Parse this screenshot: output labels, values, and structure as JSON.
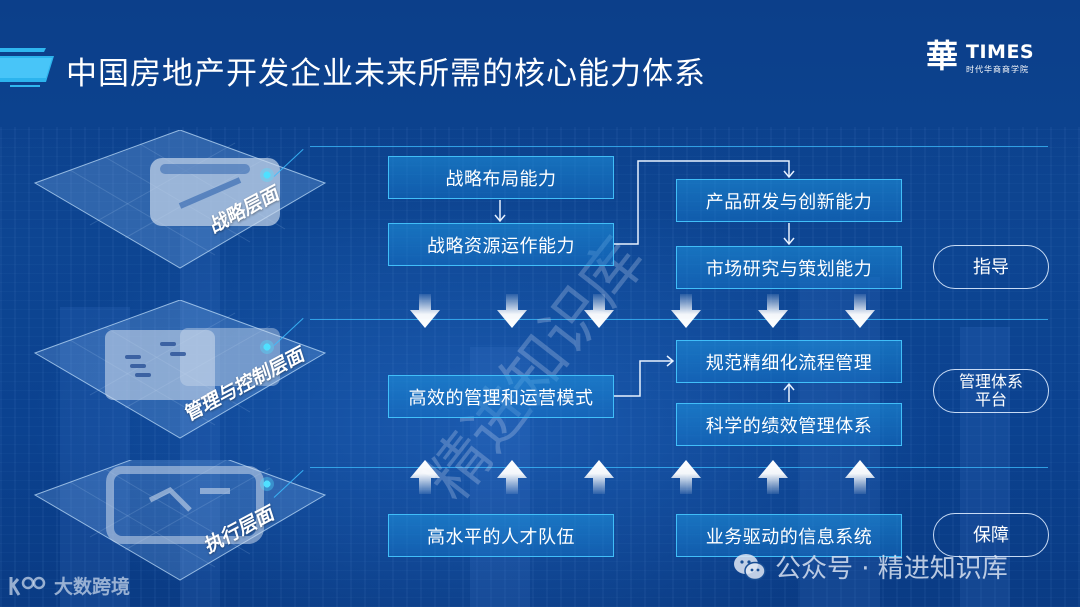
{
  "header": {
    "title": "中国房地产开发企业未来所需的核心能力体系",
    "logo_mark": "華",
    "logo_name": "TIMES",
    "logo_subtitle": "时代华商商学院"
  },
  "layers": [
    {
      "label": "战略层面",
      "icon": "briefcase-icon"
    },
    {
      "label": "管理与控制层面",
      "icon": "document-list-icon"
    },
    {
      "label": "执行层面",
      "icon": "chart-window-icon"
    }
  ],
  "boxes": {
    "strategy_layout": "战略布局能力",
    "strategy_resource": "战略资源运作能力",
    "product_rd": "产品研发与创新能力",
    "market_research": "市场研究与策划能力",
    "efficient_mgmt": "高效的管理和运营模式",
    "process_mgmt": "规范精细化流程管理",
    "performance_mgmt": "科学的绩效管理体系",
    "talent_team": "高水平的人才队伍",
    "info_system": "业务驱动的信息系统"
  },
  "pills": {
    "guide": "指导",
    "platform_line1": "管理体系",
    "platform_line2": "平台",
    "support": "保障"
  },
  "arrows": {
    "down_count": 6,
    "up_count": 6
  },
  "watermarks": {
    "diagonal": "精进知识库",
    "wechat": "公众号 · 精进知识库",
    "bottom_left": "大数跨境"
  },
  "colors": {
    "background": "#0b3d86",
    "box_border": "#46c8ff",
    "line_accent": "#3cbeff",
    "text": "#ffffff"
  }
}
